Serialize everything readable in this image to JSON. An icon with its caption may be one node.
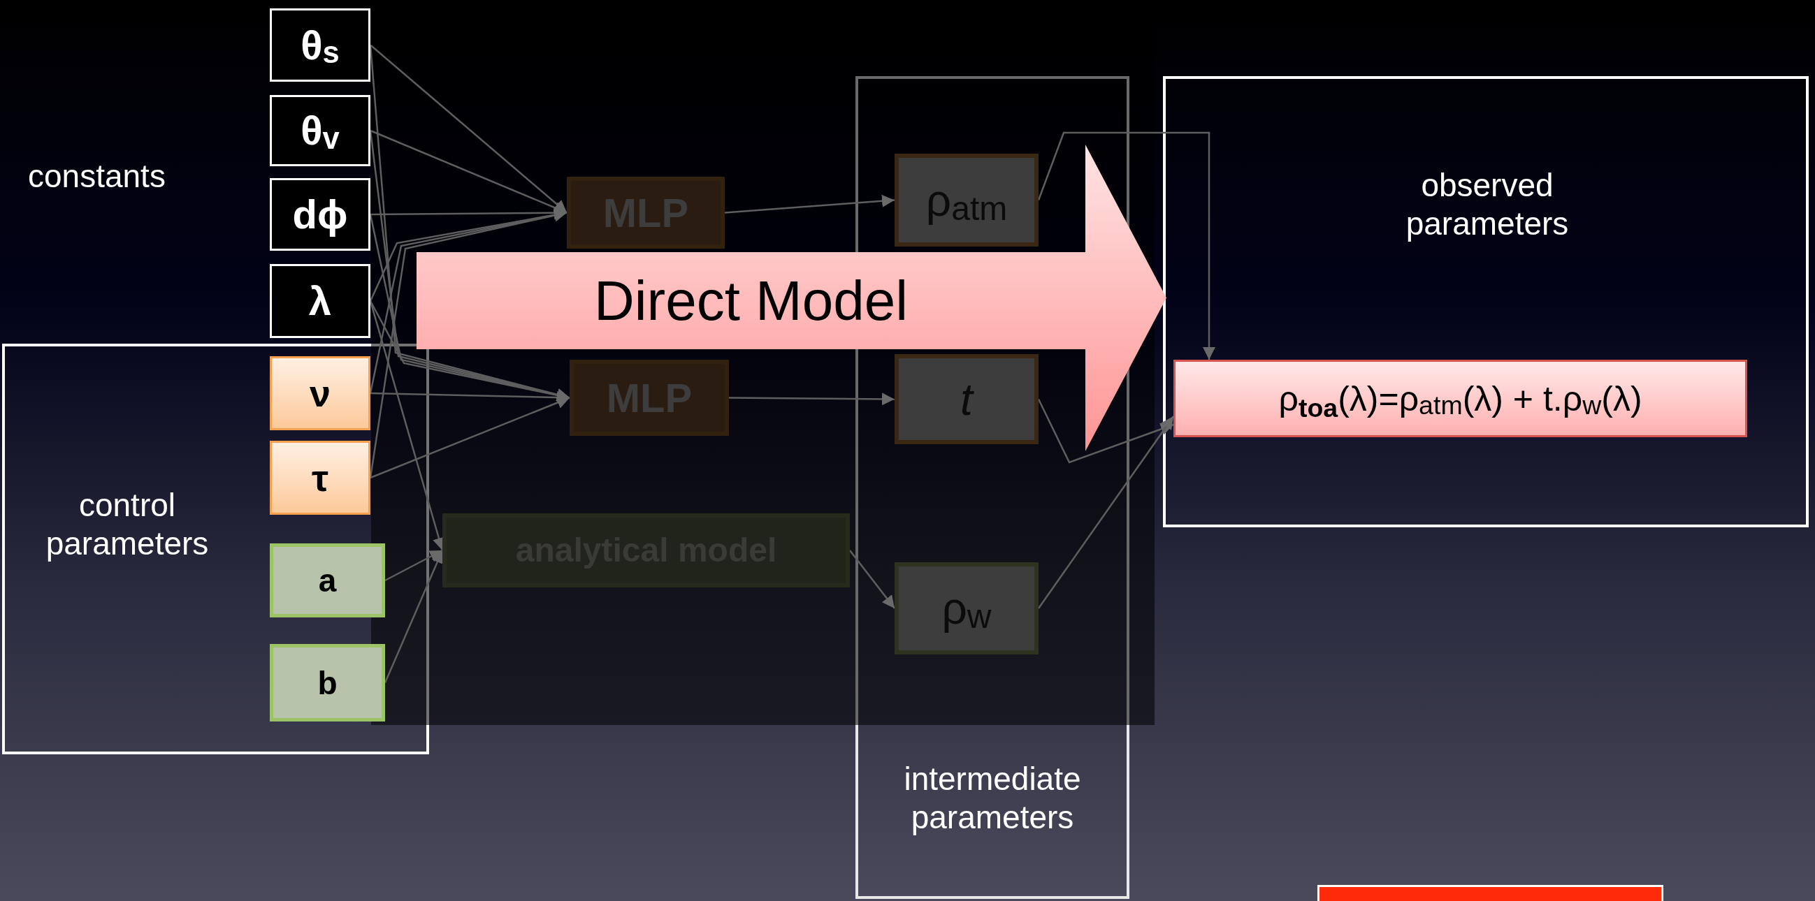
{
  "diagram": {
    "nodes": [
      {
        "text": [
          "θ$_{s}$"
        ]
      },
      {
        "text": [
          "θ$_{v}$"
        ]
      },
      {
        "text": [
          "dϕ"
        ]
      },
      {
        "text": [
          "λ"
        ]
      },
      {
        "text": [
          "control parameters"
        ]
      },
      {
        "text": [
          "ν"
        ],
        "in": 4
      },
      {
        "text": [
          "τ"
        ],
        "in": 4
      },
      {
        "text": [
          "a"
        ],
        "in": 4
      },
      {
        "text": [
          "b"
        ],
        "in": 4
      },
      {
        "text": [
          "MLP"
        ]
      },
      {
        "text": [
          "MLP"
        ]
      },
      {
        "text": [
          "analytical model"
        ]
      },
      {
        "text": [
          "intermediate parameters"
        ]
      },
      {
        "text": [
          "ρ$_{atm}$"
        ],
        "in": 12
      },
      {
        "text": [
          "t"
        ],
        "in": 12
      },
      {
        "text": [
          "ρ$_{w}$"
        ],
        "in": 12
      },
      {
        "text": [
          "observed parameters"
        ]
      },
      {
        "text": [
          "ρ**$_{toa}$**(λ)=ρ$_{atm}$(λ) + t.ρ$_{w}$(λ)"
        ],
        "in": 16
      },
      {
        "text": [
          "Direct Model"
        ]
      }
    ],
    "edges": [
      {
        "from": 0,
        "to": 9,
        "arrow": "to"
      },
      {
        "from": 0,
        "to": 10,
        "arrow": "to"
      },
      {
        "from": 1,
        "to": 9,
        "arrow": "to"
      },
      {
        "from": 1,
        "to": 10,
        "arrow": "to"
      },
      {
        "from": 2,
        "to": 9,
        "arrow": "to"
      },
      {
        "from": 2,
        "to": 10,
        "arrow": "to"
      },
      {
        "from": 3,
        "to": 9,
        "arrow": "to"
      },
      {
        "from": 3,
        "to": 10,
        "arrow": "to"
      },
      {
        "from": 3,
        "to": 11,
        "arrow": "to"
      },
      {
        "from": 5,
        "to": 9,
        "arrow": "to"
      },
      {
        "from": 5,
        "to": 10,
        "arrow": "to"
      },
      {
        "from": 6,
        "to": 9,
        "arrow": "to"
      },
      {
        "from": 6,
        "to": 10,
        "arrow": "to"
      },
      {
        "from": 7,
        "to": 11,
        "arrow": "to"
      },
      {
        "from": 8,
        "to": 11,
        "arrow": "to"
      },
      {
        "from": 9,
        "to": 13,
        "arrow": "to"
      },
      {
        "from": 10,
        "to": 14,
        "arrow": "to"
      },
      {
        "from": 11,
        "to": 15,
        "arrow": "to"
      },
      {
        "from": 13,
        "to": 17,
        "arrow": "to"
      },
      {
        "from": 14,
        "to": 17,
        "arrow": "to"
      },
      {
        "from": 15,
        "to": 17,
        "arrow": "to"
      }
    ],
    "labels": [
      "constants"
    ]
  }
}
